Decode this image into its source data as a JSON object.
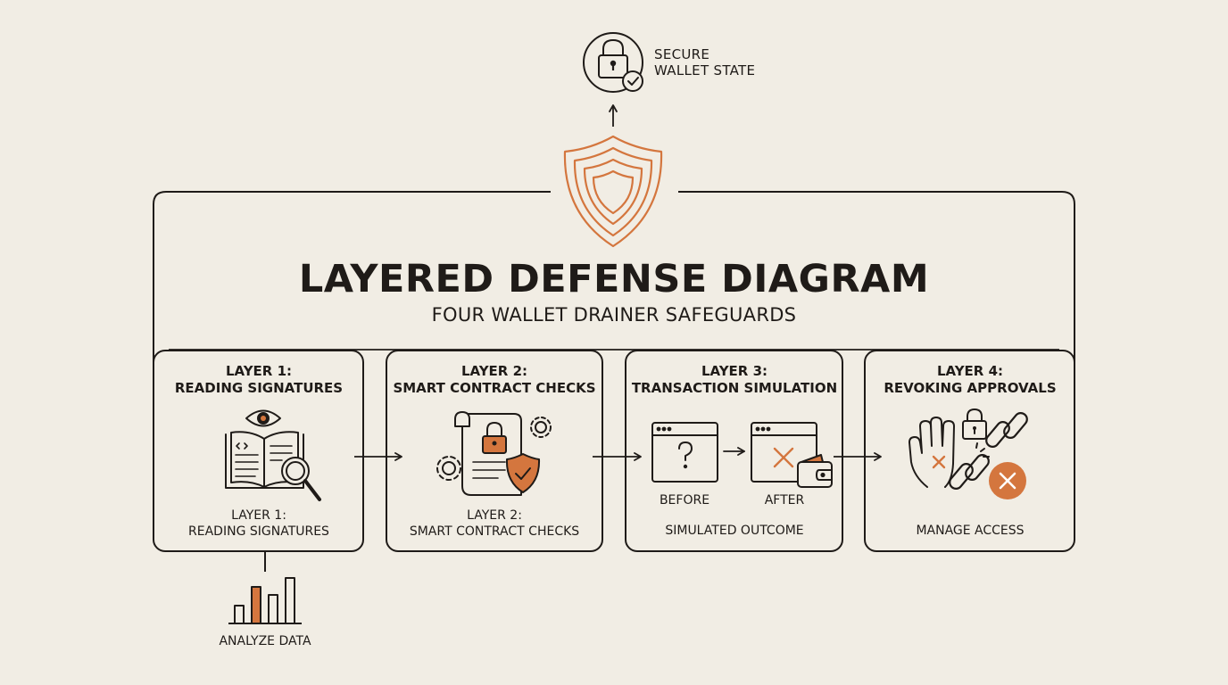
{
  "title": "LAYERED DEFENSE DIAGRAM",
  "subtitle": "FOUR WALLET DRAINER SAFEGUARDS",
  "top_state": {
    "line1": "SECURE",
    "line2": "WALLET STATE",
    "icon": "lock-check-icon"
  },
  "center_icon": "shield-icon",
  "layers": [
    {
      "title_line1": "LAYER 1:",
      "title_line2": "READING SIGNATURES",
      "caption_line1": "LAYER 1:",
      "caption_line2": "READING SIGNATURES",
      "icon": "book-eye-magnifier-icon"
    },
    {
      "title_line1": "LAYER 2:",
      "title_line2": "SMART CONTRACT CHECKS",
      "caption_line1": "LAYER 2:",
      "caption_line2": "SMART CONTRACT CHECKS",
      "icon": "contract-lock-shield-icon"
    },
    {
      "title_line1": "LAYER 3:",
      "title_line2": "TRANSACTION SIMULATION",
      "before_label": "BEFORE",
      "after_label": "AFTER",
      "caption": "SIMULATED OUTCOME",
      "icon": "simulation-windows-icon"
    },
    {
      "title_line1": "LAYER 4:",
      "title_line2": "REVOKING APPROVALS",
      "caption": "MANAGE ACCESS",
      "icon": "hand-broken-chain-icon"
    }
  ],
  "analyze": {
    "label": "ANALYZE DATA",
    "icon": "bar-chart-icon"
  },
  "colors": {
    "background": "#f1ede4",
    "ink": "#1f1b18",
    "accent": "#d4763e"
  }
}
